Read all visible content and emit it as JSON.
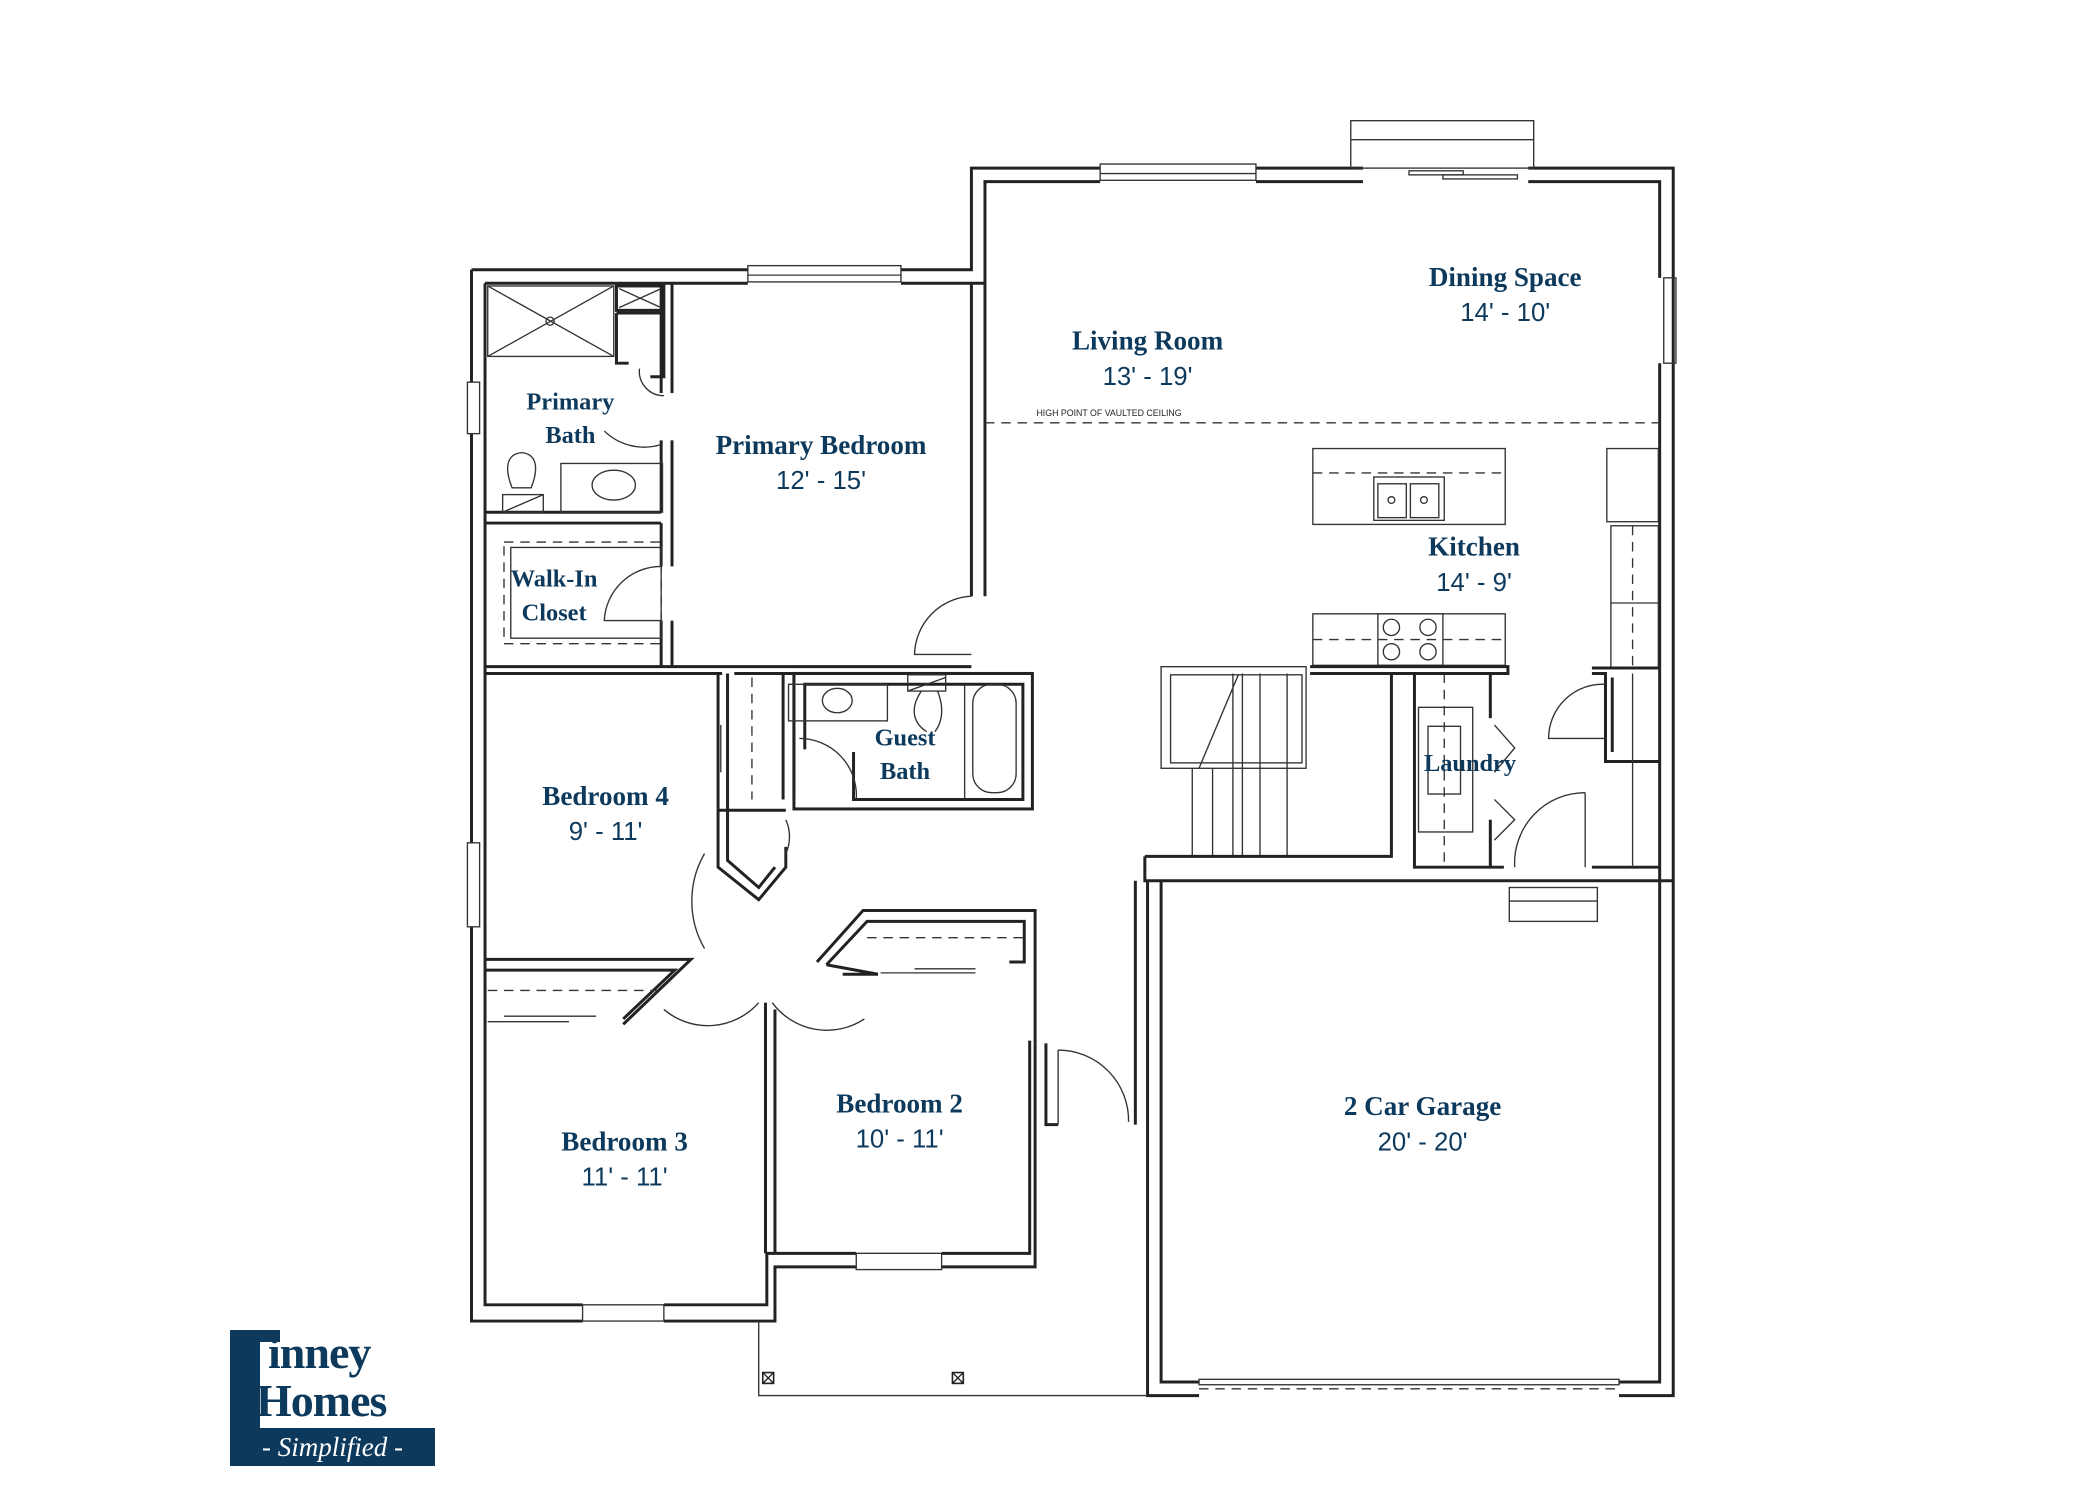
{
  "rooms": {
    "dining": {
      "name": "Dining Space",
      "dims": "14' - 10'"
    },
    "living": {
      "name": "Living Room",
      "dims": "13' - 19'"
    },
    "primary_bedroom": {
      "name": "Primary Bedroom",
      "dims": "12' - 15'"
    },
    "primary_bath": {
      "name_line1": "Primary",
      "name_line2": "Bath"
    },
    "walk_in_closet": {
      "name_line1": "Walk-In",
      "name_line2": "Closet"
    },
    "kitchen": {
      "name": "Kitchen",
      "dims": "14' - 9'"
    },
    "guest_bath": {
      "name_line1": "Guest",
      "name_line2": "Bath"
    },
    "bedroom4": {
      "name": "Bedroom 4",
      "dims": "9' - 11'"
    },
    "laundry": {
      "name": "Laundry"
    },
    "bedroom3": {
      "name": "Bedroom 3",
      "dims": "11' - 11'"
    },
    "bedroom2": {
      "name": "Bedroom 2",
      "dims": "10' - 11'"
    },
    "garage": {
      "name": "2 Car Garage",
      "dims": "20' - 20'"
    }
  },
  "notes": {
    "vaulted_ceiling": "HIGH POINT OF VAULTED CEILING"
  },
  "logo": {
    "line1": "inney",
    "line2": "Homes",
    "tagline": "- Simplified -",
    "color": "#0d3a5c"
  },
  "colors": {
    "label": "#0d3a5c",
    "wall": "#222222"
  }
}
